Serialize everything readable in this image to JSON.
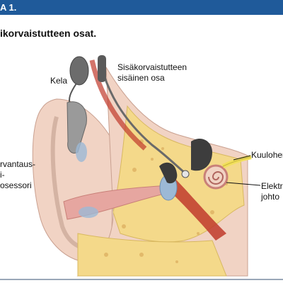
{
  "header": {
    "figure_label": "A 1."
  },
  "title": "ikorvaistutteen osat.",
  "labels": {
    "kela": "Kela",
    "inner_part_line1": "Sisäkorvaistutteen",
    "inner_part_line2": "sisäinen osa",
    "processor_line1": "rvantaus-",
    "processor_line2": "i-",
    "processor_line3": "osessori",
    "hearing_nerve": "Kuuloherm",
    "electrode_line1": "Elektro",
    "electrode_line2": "johto"
  },
  "colors": {
    "header_bg": "#1f5a9a",
    "skin": "#f1d3c4",
    "bone": "#f4d98a",
    "canal": "#d98a86",
    "blue_parts": "#9cb9d6",
    "device_gray": "#8a8a8a",
    "nerve_yellow": "#f2e05c"
  }
}
